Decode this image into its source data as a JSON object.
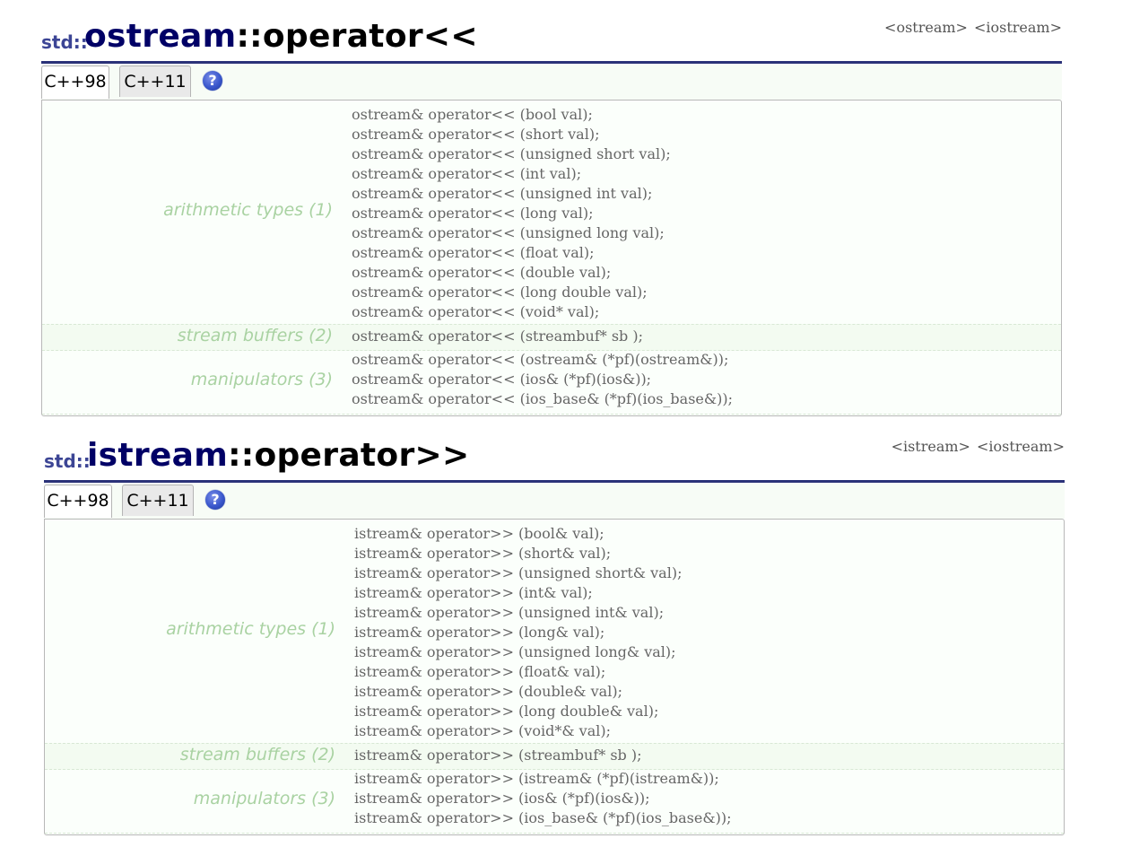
{
  "sections": [
    {
      "headers": [
        "<ostream>",
        "<iostream>"
      ],
      "title": {
        "ns": "std::",
        "cls": "ostream",
        "op": "::operator<<"
      },
      "tabs": {
        "active": "C++98",
        "inactive": "C++11",
        "help": "?"
      },
      "groups": [
        {
          "label": "arithmetic types (1)",
          "rows": [
            "ostream& operator<< (bool val);",
            "ostream& operator<< (short val);",
            "ostream& operator<< (unsigned short val);",
            "ostream& operator<< (int val);",
            "ostream& operator<< (unsigned int val);",
            "ostream& operator<< (long val);",
            "ostream& operator<< (unsigned long val);",
            "ostream& operator<< (float val);",
            "ostream& operator<< (double val);",
            "ostream& operator<< (long double val);",
            "ostream& operator<< (void* val);"
          ]
        },
        {
          "label": "stream buffers (2)",
          "rows": [
            "ostream& operator<< (streambuf* sb );"
          ]
        },
        {
          "label": "manipulators (3)",
          "rows": [
            "ostream& operator<< (ostream& (*pf)(ostream&));",
            "ostream& operator<< (ios& (*pf)(ios&));",
            "ostream& operator<< (ios_base& (*pf)(ios_base&));"
          ]
        }
      ]
    },
    {
      "headers": [
        "<istream>",
        "<iostream>"
      ],
      "title": {
        "ns": "std::",
        "cls": "istream",
        "op": "::operator>>"
      },
      "tabs": {
        "active": "C++98",
        "inactive": "C++11",
        "help": "?"
      },
      "groups": [
        {
          "label": "arithmetic types (1)",
          "rows": [
            "istream& operator>> (bool& val);",
            "istream& operator>> (short& val);",
            "istream& operator>> (unsigned short& val);",
            "istream& operator>> (int& val);",
            "istream& operator>> (unsigned int& val);",
            "istream& operator>> (long& val);",
            "istream& operator>> (unsigned long& val);",
            "istream& operator>> (float& val);",
            "istream& operator>> (double& val);",
            "istream& operator>> (long double& val);",
            "istream& operator>> (void*& val);"
          ]
        },
        {
          "label": "stream buffers (2)",
          "rows": [
            "istream& operator>> (streambuf* sb );"
          ]
        },
        {
          "label": "manipulators (3)",
          "rows": [
            "istream& operator>> (istream& (*pf)(istream&));",
            "istream& operator>> (ios& (*pf)(ios&));",
            "istream& operator>> (ios_base& (*pf)(ios_base&));"
          ]
        }
      ]
    }
  ]
}
